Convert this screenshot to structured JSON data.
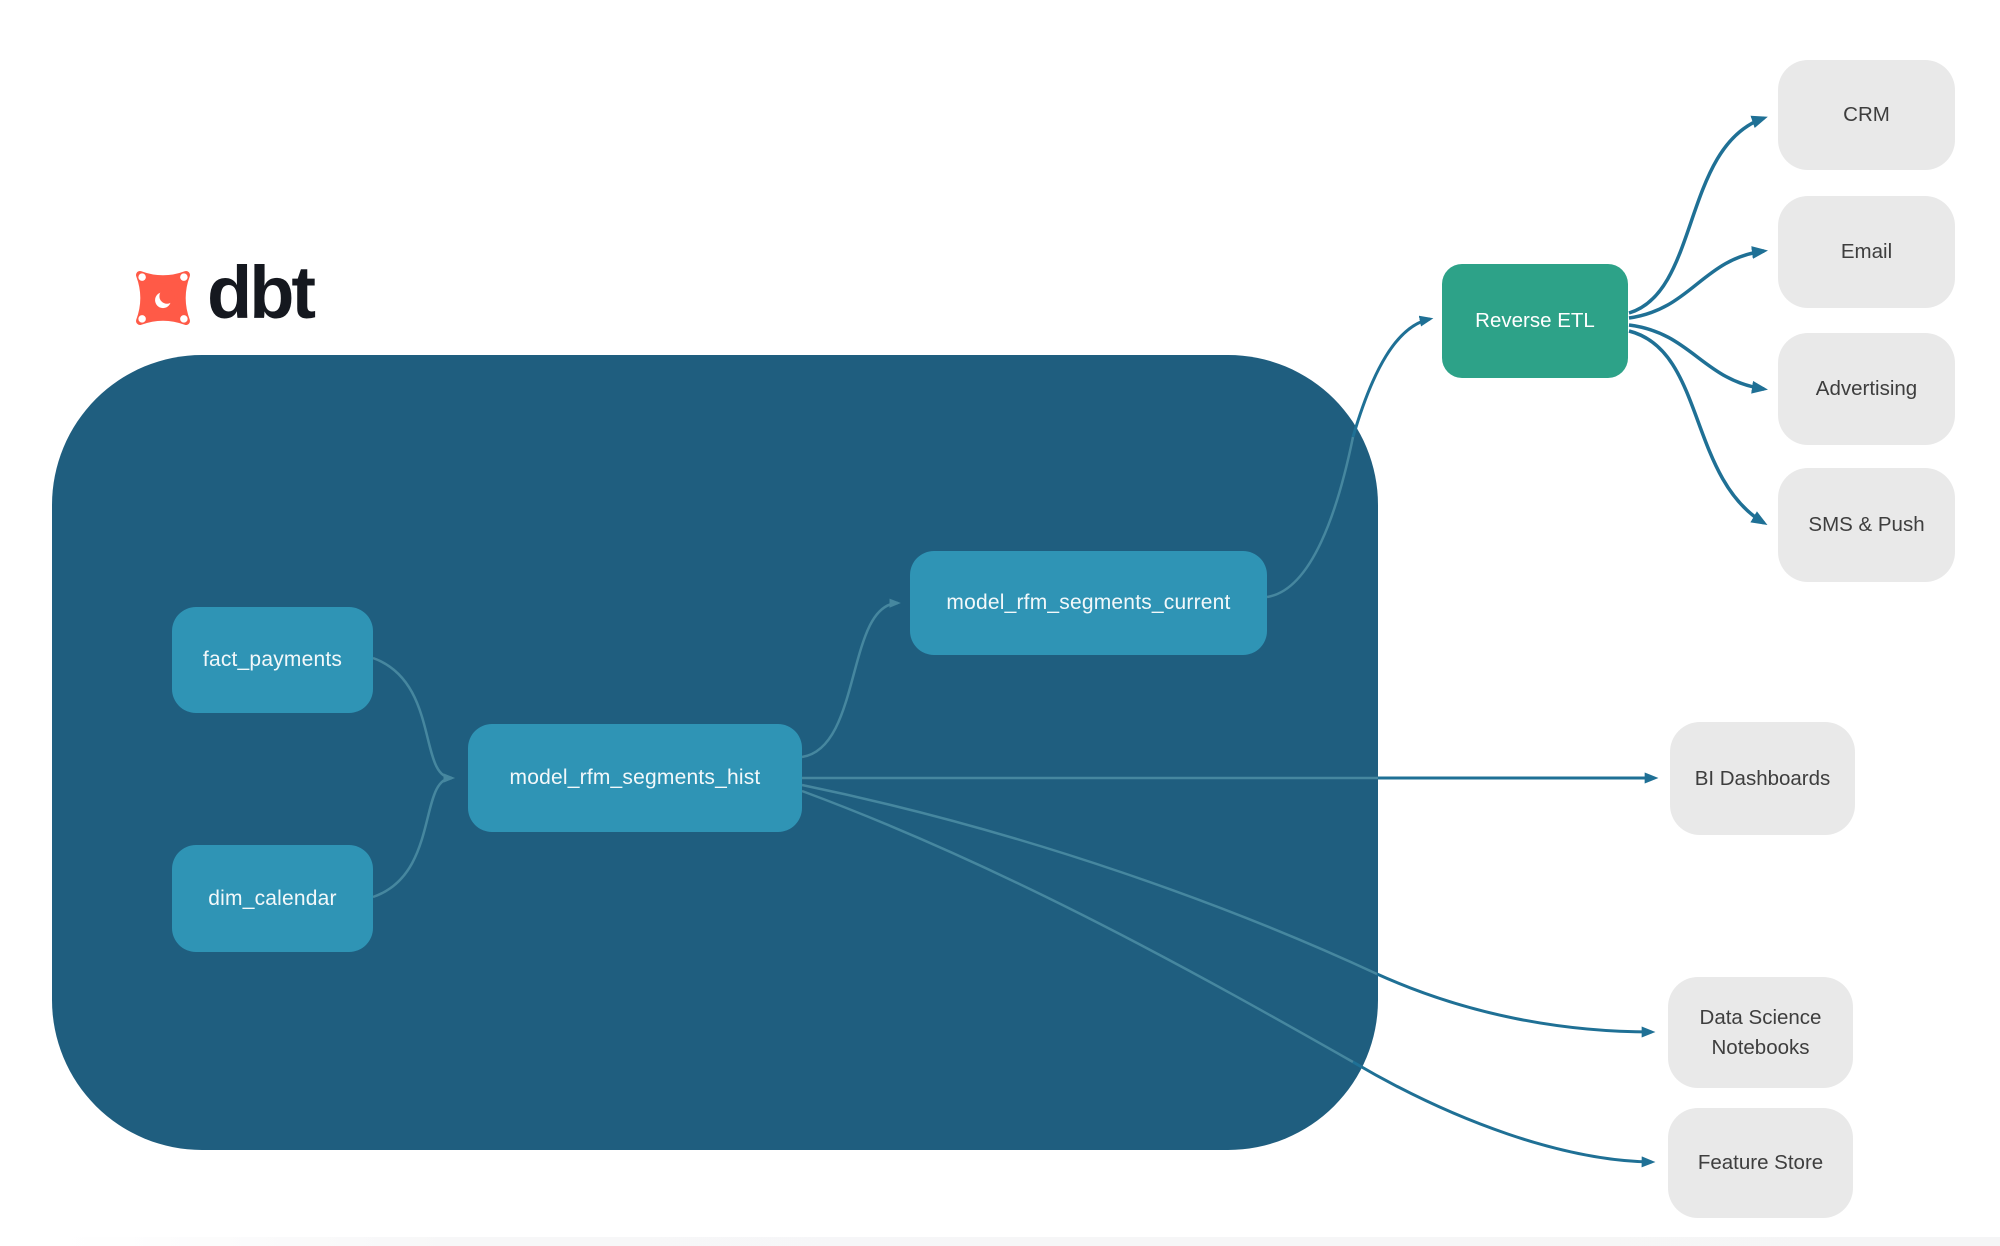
{
  "brand": {
    "name": "dbt",
    "icon": "dbt-star-icon"
  },
  "colors": {
    "bg": "#ffffff",
    "container": "#1F5E7F",
    "node": "#2F94B5",
    "node_text": "#F2F8FA",
    "etl": "#2DA288",
    "etl_text": "#FFFFFF",
    "dest": "#E9E9E9",
    "dest_text": "#3E3E3E",
    "edge_dark": "#1F7095",
    "edge_light": "#46879F",
    "brand_orange": "#FF5A47",
    "brand_text": "#15181F"
  },
  "nodes": {
    "fact": {
      "label": "fact_payments"
    },
    "dim": {
      "label": "dim_calendar"
    },
    "hist": {
      "label": "model_rfm_segments_hist"
    },
    "current": {
      "label": "model_rfm_segments_current"
    },
    "etl": {
      "label": "Reverse ETL"
    },
    "crm": {
      "label": "CRM"
    },
    "email": {
      "label": "Email"
    },
    "advertising": {
      "label": "Advertising"
    },
    "sms": {
      "label": "SMS & Push"
    },
    "bi": {
      "label": "BI Dashboards"
    },
    "ds": {
      "label": "Data Science Notebooks"
    },
    "feature": {
      "label": "Feature Store"
    }
  },
  "edges": [
    {
      "from": "fact_payments",
      "to": "model_rfm_segments_hist"
    },
    {
      "from": "dim_calendar",
      "to": "model_rfm_segments_hist"
    },
    {
      "from": "model_rfm_segments_hist",
      "to": "model_rfm_segments_current"
    },
    {
      "from": "model_rfm_segments_current",
      "to": "Reverse ETL"
    },
    {
      "from": "Reverse ETL",
      "to": "CRM"
    },
    {
      "from": "Reverse ETL",
      "to": "Email"
    },
    {
      "from": "Reverse ETL",
      "to": "Advertising"
    },
    {
      "from": "Reverse ETL",
      "to": "SMS & Push"
    },
    {
      "from": "model_rfm_segments_hist",
      "to": "BI Dashboards"
    },
    {
      "from": "model_rfm_segments_hist",
      "to": "Data Science Notebooks"
    },
    {
      "from": "model_rfm_segments_hist",
      "to": "Feature Store"
    }
  ]
}
